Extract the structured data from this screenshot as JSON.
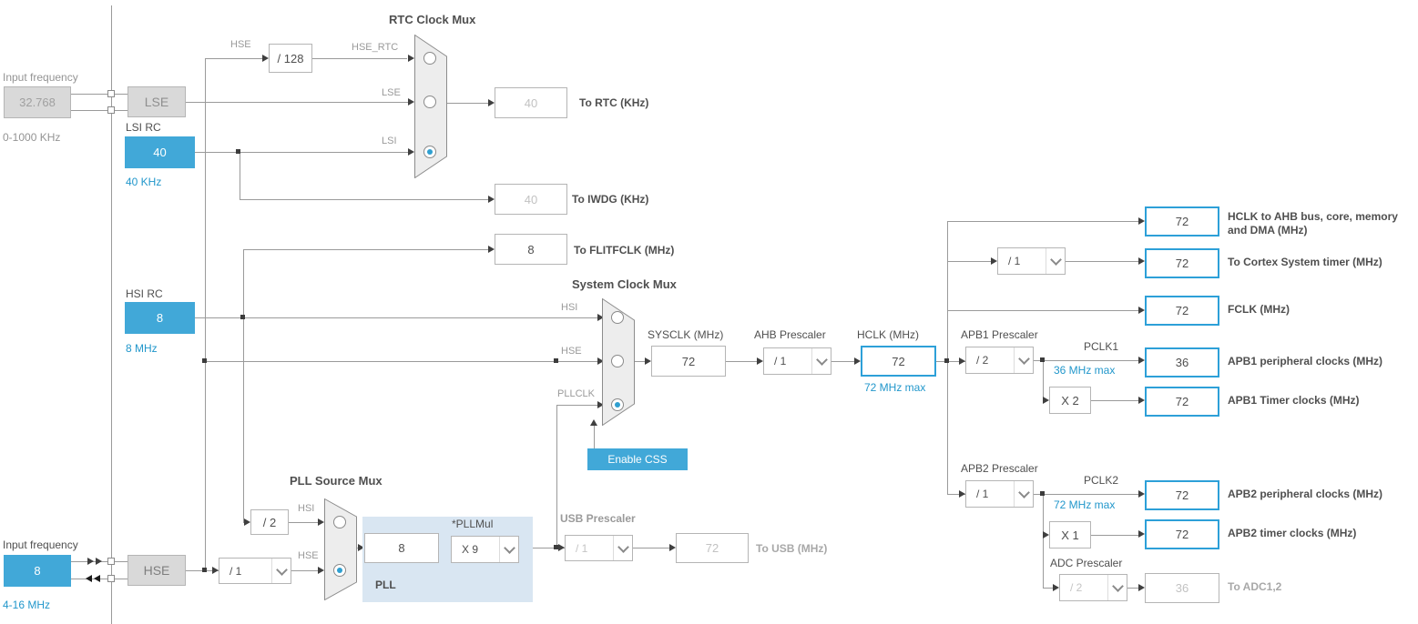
{
  "colors": {
    "accent_blue": "#41a8d8",
    "blue_text": "#2297cb",
    "wire_gray": "#9a9a9a",
    "dark_text": "#4f4f4f",
    "disabled_text": "#c2c2c2"
  },
  "left": {
    "lse_source": {
      "title": "Input frequency",
      "value": "32.768",
      "range": "0-1000 KHz"
    },
    "lse_label": "LSE",
    "lsi": {
      "title": "LSI RC",
      "value": "40",
      "freq": "40 KHz"
    },
    "hsi": {
      "title": "HSI RC",
      "value": "8",
      "freq": "8 MHz"
    },
    "hse_source": {
      "title": "Input frequency",
      "value": "8",
      "range": "4-16 MHz"
    },
    "hse_label": "HSE"
  },
  "rtc": {
    "title": "RTC Clock Mux",
    "hse_wire_label": "HSE",
    "divider": "/ 128",
    "hse_rtc_label": "HSE_RTC",
    "lse_wire_label": "LSE",
    "lsi_wire_label": "LSI",
    "rtc_value": "40",
    "rtc_label": "To RTC (KHz)",
    "iwdg_value": "40",
    "iwdg_label": "To IWDG (KHz)"
  },
  "flitf": {
    "value": "8",
    "label": "To FLITFCLK (MHz)"
  },
  "sysmux": {
    "title": "System Clock Mux",
    "hsi_label": "HSI",
    "hse_label": "HSE",
    "pllclk_label": "PLLCLK",
    "enable_css": "Enable CSS"
  },
  "sysclk": {
    "label": "SYSCLK (MHz)",
    "value": "72"
  },
  "ahb": {
    "label": "AHB Prescaler",
    "value": "/ 1"
  },
  "hclk": {
    "label": "HCLK (MHz)",
    "value": "72",
    "max": "72 MHz max"
  },
  "outputs": {
    "hclk_bus": {
      "value": "72",
      "label": "HCLK to AHB bus, core, memory and DMA (MHz)"
    },
    "cortex": {
      "prescaler": "/ 1",
      "value": "72",
      "label": "To Cortex System timer (MHz)"
    },
    "fclk": {
      "value": "72",
      "label": "FCLK (MHz)"
    }
  },
  "apb1": {
    "title": "APB1 Prescaler",
    "prescaler": "/ 2",
    "pclk_label": "PCLK1",
    "max": "36 MHz max",
    "periph_value": "36",
    "periph_label": "APB1 peripheral clocks (MHz)",
    "multiplier": "X 2",
    "timer_value": "72",
    "timer_label": "APB1 Timer clocks (MHz)"
  },
  "apb2": {
    "title": "APB2 Prescaler",
    "prescaler": "/ 1",
    "pclk_label": "PCLK2",
    "max": "72 MHz max",
    "periph_value": "72",
    "periph_label": "APB2 peripheral clocks (MHz)",
    "multiplier": "X 1",
    "timer_value": "72",
    "timer_label": "APB2 timer clocks (MHz)"
  },
  "adc": {
    "title": "ADC Prescaler",
    "prescaler": "/ 2",
    "value": "36",
    "label": "To ADC1,2"
  },
  "pllmux": {
    "title": "PLL Source Mux",
    "hsi_div": "/ 2",
    "hsi_label": "HSI",
    "hse_div": "/ 1",
    "hse_label": "HSE"
  },
  "pll": {
    "input_value": "8",
    "mul_title": "*PLLMul",
    "mul_value": "X 9",
    "label": "PLL"
  },
  "usb": {
    "title": "USB Prescaler",
    "prescaler": "/ 1",
    "value": "72",
    "label": "To USB (MHz)"
  }
}
